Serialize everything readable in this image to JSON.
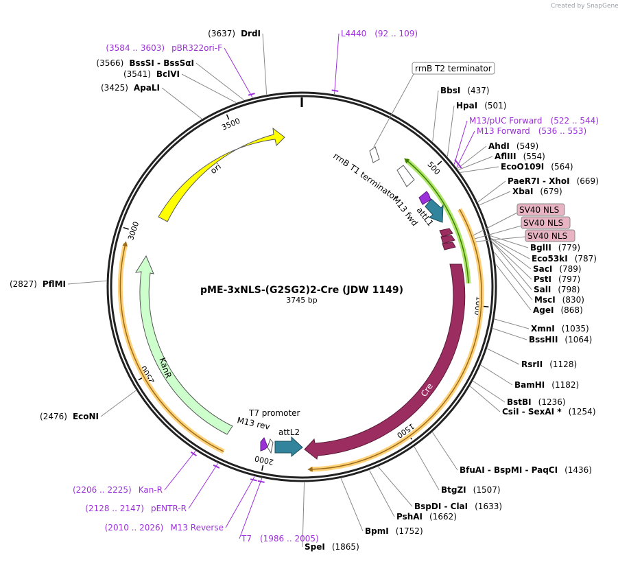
{
  "credit": "Created by SnapGene",
  "plasmid": {
    "name": "pME-3xNLS-(G2SG2)2-Cre (JDW 1149)",
    "size_label": "3745 bp",
    "length": 3745
  },
  "ticks": [
    "500",
    "1000",
    "1500",
    "2000",
    "2500",
    "3000",
    "3500"
  ],
  "enzymes": [
    {
      "name": "BbsI",
      "pos": "(437)"
    },
    {
      "name": "HpaI",
      "pos": "(501)"
    },
    {
      "name": "AhdI",
      "pos": "(549)"
    },
    {
      "name": "AflIII",
      "pos": "(554)"
    },
    {
      "name": "EcoO109I",
      "pos": "(564)"
    },
    {
      "name": "PaeR7I  - XhoI",
      "pos": "(669)"
    },
    {
      "name": "XbaI",
      "pos": "(679)"
    },
    {
      "name": "BglII",
      "pos": "(779)"
    },
    {
      "name": "Eco53kI",
      "pos": "(787)"
    },
    {
      "name": "SacI",
      "pos": "(789)"
    },
    {
      "name": "PstI",
      "pos": "(797)"
    },
    {
      "name": "SalI",
      "pos": "(798)"
    },
    {
      "name": "MscI",
      "pos": "(830)"
    },
    {
      "name": "AgeI",
      "pos": "(868)"
    },
    {
      "name": "XmnI",
      "pos": "(1035)"
    },
    {
      "name": "BssHII",
      "pos": "(1064)"
    },
    {
      "name": "RsrII",
      "pos": "(1128)"
    },
    {
      "name": "BamHI",
      "pos": "(1182)"
    },
    {
      "name": "BstBI",
      "pos": "(1236)"
    },
    {
      "name": "CsiI  - SexAI *",
      "pos": "(1254)"
    },
    {
      "name": "BfuAI  - BspMI  - PaqCI",
      "pos": "(1436)"
    },
    {
      "name": "BtgZI",
      "pos": "(1507)"
    },
    {
      "name": "BspDI  - ClaI",
      "pos": "(1633)"
    },
    {
      "name": "PshAI",
      "pos": "(1662)"
    },
    {
      "name": "BpmI",
      "pos": "(1752)"
    },
    {
      "name": "SpeI",
      "pos": "(1865)"
    },
    {
      "name": "EcoNI",
      "pos": "(2476)"
    },
    {
      "name": "PflMI",
      "pos": "(2827)"
    },
    {
      "name": "ApaLI",
      "pos": "(3425)"
    },
    {
      "name": "BclVI",
      "pos": "(3541)"
    },
    {
      "name": "BssSI  - BssSαI",
      "pos": "(3566)"
    },
    {
      "name": "DrdI",
      "pos": "(3637)"
    }
  ],
  "primers": [
    {
      "name": "L4440",
      "range": "(92 .. 109)"
    },
    {
      "name": "M13/pUC Forward",
      "range": "(522 .. 544)"
    },
    {
      "name": "M13 Forward",
      "range": "(536 .. 553)"
    },
    {
      "name": "T7",
      "range": "(1986 .. 2005)"
    },
    {
      "name": "M13 Reverse",
      "range": "(2010 .. 2026)"
    },
    {
      "name": "pENTR-R",
      "range": "(2128 .. 2147)"
    },
    {
      "name": "Kan-R",
      "range": "(2206 .. 2225)"
    },
    {
      "name": "pBR322ori-F",
      "range": "(3584 .. 3603)"
    }
  ],
  "features": {
    "rrnb_t2": "rrnB T2 terminator",
    "rrnb_t1": "rrnB T1 terminator",
    "m13_fwd": "M13 fwd",
    "attl1": "attL1",
    "sv40_nls": [
      "SV40 NLS",
      "SV40 NLS",
      "SV40 NLS"
    ],
    "cre": "Cre",
    "t7_promoter": "T7 promoter",
    "m13_rev": "M13 rev",
    "attl2": "attL2",
    "kanr": "KanR",
    "ori": "ori"
  },
  "colors": {
    "cre": "#9b2d61",
    "ori": "#ffff00",
    "kanr": "#ccffcc",
    "att": "#31849b",
    "primer_purple": "#9b30d9",
    "nls_fill": "#e8b4c4",
    "green_arc": "#66cc00",
    "orange_arc": "#ffcc66"
  }
}
